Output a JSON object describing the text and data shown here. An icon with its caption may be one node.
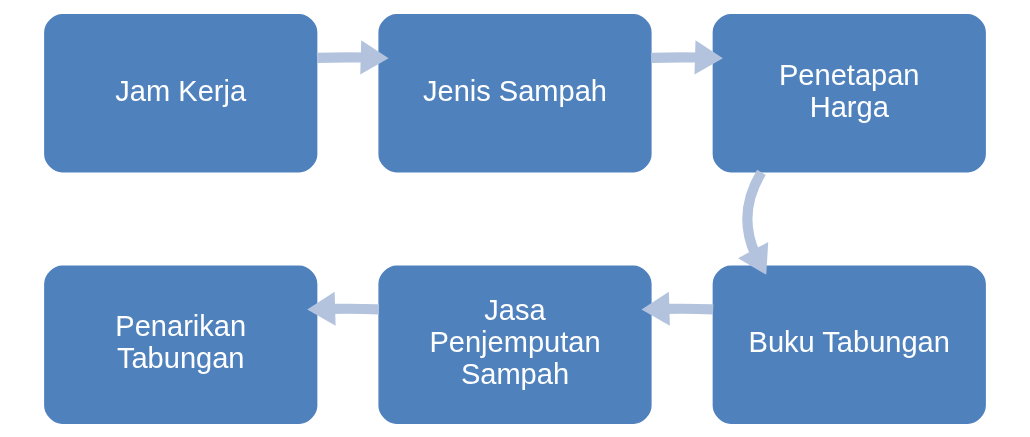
{
  "diagram": {
    "nodes": [
      {
        "text": [
          "Jam Kerja"
        ]
      },
      {
        "text": [
          "Jenis Sampah"
        ]
      },
      {
        "text": [
          "Penetapan Harga"
        ]
      },
      {
        "text": [
          "Buku Tabungan"
        ]
      },
      {
        "text": [
          "Jasa Penjemputan Sampah"
        ]
      },
      {
        "text": [
          "Penarikan Tabungan"
        ]
      }
    ],
    "edges": [
      {
        "from": 0,
        "to": 1,
        "arrow": "to"
      },
      {
        "from": 1,
        "to": 2,
        "arrow": "to"
      },
      {
        "from": 2,
        "to": 3,
        "arrow": "to"
      },
      {
        "from": 3,
        "to": 4,
        "arrow": "to"
      },
      {
        "from": 4,
        "to": 5,
        "arrow": "to"
      }
    ]
  }
}
